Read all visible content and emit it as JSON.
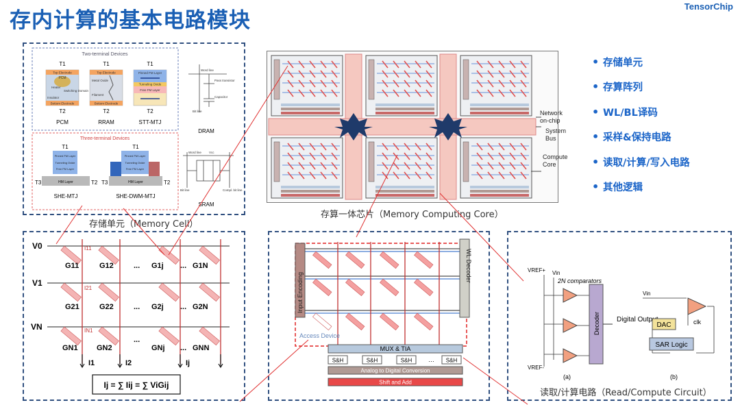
{
  "title": "存内计算的基本电路模块",
  "logo": "TensorChip",
  "bullets": [
    "存储单元",
    "存算阵列",
    "WL/BL译码",
    "采样&保持电路",
    "读取/计算/写入电路",
    "其他逻辑"
  ],
  "memory_cell_panel": {
    "caption": "存储单元（Memory Cell）",
    "two_terminal_title": "Two-terminal Devices",
    "three_terminal_title": "Three-terminal Devices",
    "devices": [
      "PCM",
      "RRAM",
      "STT-MTJ",
      "SHE-MTJ",
      "SHE-DWM-MTJ"
    ],
    "pcm_labels": [
      "Top Electrode",
      "PCM",
      "Heater",
      "Switching Domain",
      "Insulator",
      "Bottom Electrode"
    ],
    "rram_labels": [
      "Top Electrode",
      "Metal Oxide",
      "Filament",
      "Bottom Electrode"
    ],
    "mtj_labels": [
      "Pinned FM Layer",
      "Tunneling Oxide",
      "Free FM Layer"
    ],
    "hm_layer": "HM Layer",
    "dram": "DRAM",
    "sram": "SRAM",
    "dram_labels": [
      "Word line",
      "Pass transistor",
      "Capacitor",
      "Bit line"
    ],
    "sram_labels": [
      "Word line",
      "Vcc",
      "Bit line",
      "Compl. bit line"
    ],
    "terminals": [
      "T1",
      "T2",
      "T3"
    ]
  },
  "core_panel": {
    "caption": "存算一体芯片（Memory Computing Core）",
    "labels": [
      "Network on-chip",
      "System Bus",
      "Compute Core"
    ]
  },
  "crossbar_panel": {
    "rows": [
      "V0",
      "V1",
      "VN"
    ],
    "conductances": [
      [
        "G11",
        "G12",
        "...",
        "G1j",
        "...",
        "G1N"
      ],
      [
        "G21",
        "G22",
        "...",
        "G2j",
        "...",
        "G2N"
      ],
      [
        "GN1",
        "GN2",
        "...",
        "GNj",
        "...",
        "GNN"
      ]
    ],
    "currents_top": [
      "I11",
      "I21",
      "IN1"
    ],
    "currents_bottom": [
      "I1",
      "I2",
      "Ij"
    ],
    "formula": "Ij = ∑ Iij = ∑ ViGij"
  },
  "array_panel": {
    "input_encoding": "Input Encoding",
    "wl_decoder": "WL Decoder",
    "access_device": "Access Device",
    "mux_tia": "MUX & TIA",
    "sh": "S&H",
    "adc": "Analog to Digital Conversion",
    "shift_add": "Shift and Add"
  },
  "readout_panel": {
    "caption": "读取/计算电路（Read/Compute Circuit）",
    "vref_plus": "VREF+",
    "vref_minus": "VREF-",
    "vin": "Vin",
    "comparators": "2N comparators",
    "decoder": "Decoder",
    "digital_output": "Digital Output",
    "dac": "DAC",
    "sar_logic": "SAR Logic",
    "clk": "clk",
    "sub_a": "(a)",
    "sub_b": "(b)"
  }
}
